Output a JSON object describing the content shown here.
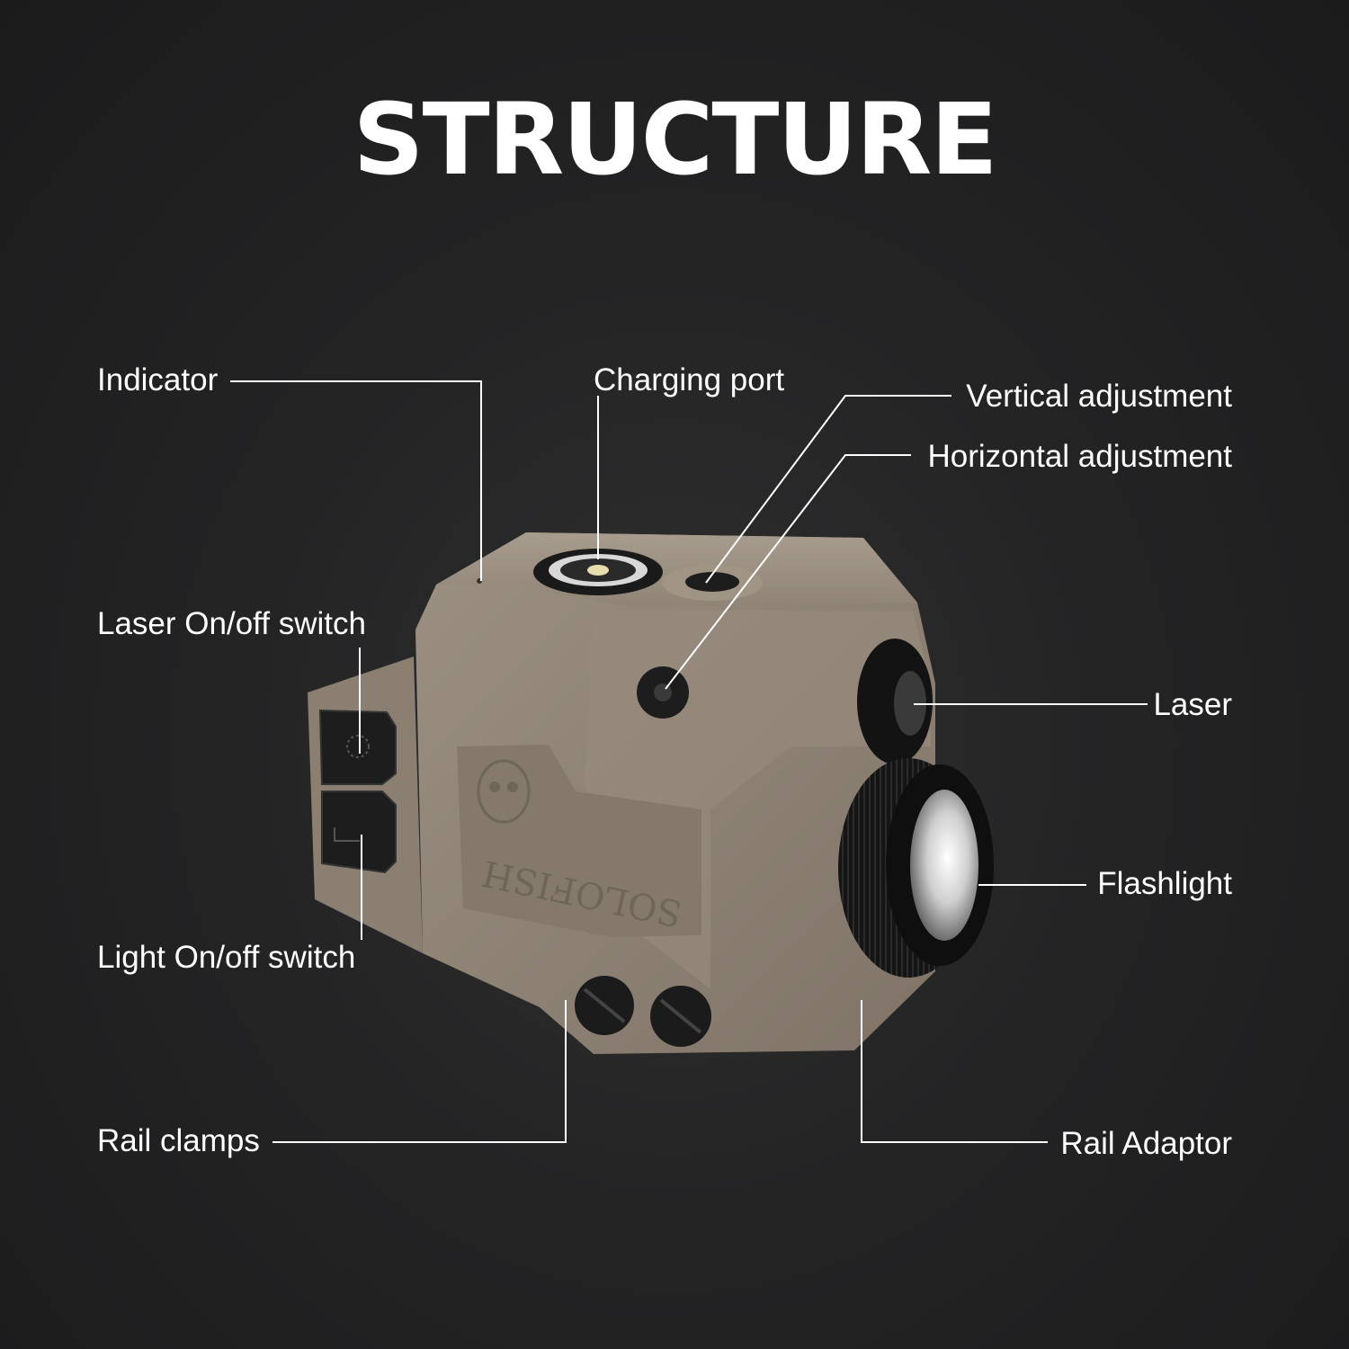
{
  "title": "STRUCTURE",
  "labels": {
    "indicator": "Indicator",
    "charging_port": "Charging port",
    "vertical_adjustment": "Vertical adjustment",
    "horizontal_adjustment": "Horizontal adjustment",
    "laser_switch": "Laser On/off switch",
    "laser": "Laser",
    "flashlight": "Flashlight",
    "light_switch": "Light On/off switch",
    "rail_clamps": "Rail clamps",
    "rail_adaptor": "Rail Adaptor"
  },
  "device": {
    "brand_mark": "SOLOFISH",
    "body_color": "#8d8274",
    "accent_color": "#111111"
  }
}
